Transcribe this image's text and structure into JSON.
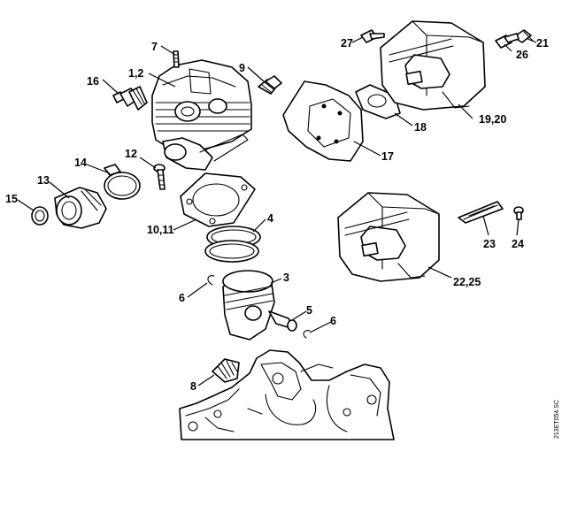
{
  "callouts": {
    "c7": "7",
    "c12a": "1,2",
    "c16": "16",
    "c9": "9",
    "c27": "27",
    "c21": "21",
    "c26": "26",
    "c1920": "19,20",
    "c18": "18",
    "c17": "17",
    "c12": "12",
    "c14": "14",
    "c13": "13",
    "c15": "15",
    "c1011": "10,11",
    "c4": "4",
    "c3": "3",
    "c6a": "6",
    "c5": "5",
    "c6b": "6",
    "c8": "8",
    "c23": "23",
    "c24": "24",
    "c2225": "22,25"
  },
  "drawing_code": "213ET054 SC"
}
